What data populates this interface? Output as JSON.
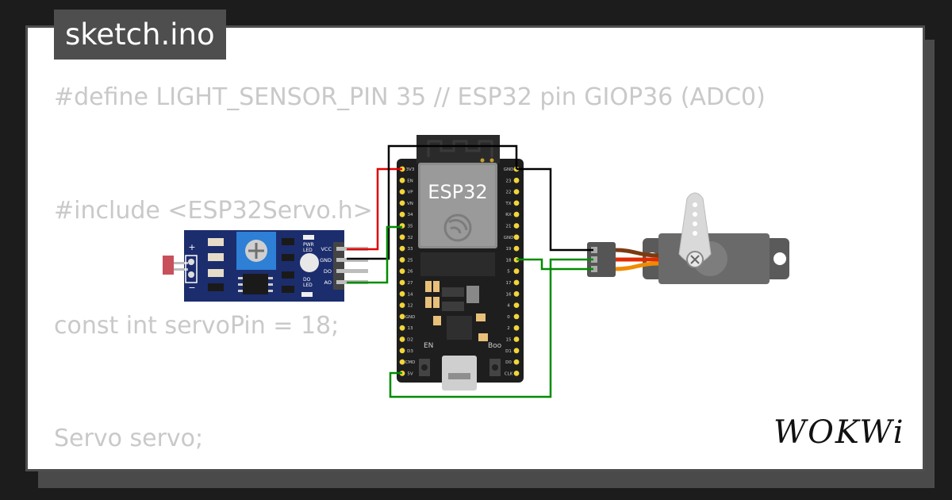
{
  "tab": {
    "title": "sketch.ino"
  },
  "code_lines": [
    "#define LIGHT_SENSOR_PIN 35 // ESP32 pin GIOP36 (ADC0)",
    "#include <ESP32Servo.h>",
    "const int servoPin = 18;",
    "Servo servo;"
  ],
  "board": {
    "label": "ESP32",
    "en_label": "EN",
    "boot_label": "Boo",
    "left_pins": [
      "3V3",
      "EN",
      "VP",
      "VN",
      "34",
      "35",
      "32",
      "33",
      "25",
      "26",
      "27",
      "14",
      "12",
      "GND",
      "13",
      "D2",
      "D3",
      "CMD",
      "5V"
    ],
    "right_pins": [
      "GND",
      "23",
      "22",
      "TX",
      "RX",
      "21",
      "GND",
      "19",
      "18",
      "5",
      "17",
      "16",
      "4",
      "0",
      "2",
      "15",
      "D1",
      "D0",
      "CLK"
    ]
  },
  "sensor": {
    "pins": [
      "VCC",
      "GND",
      "DO",
      "AO"
    ],
    "pwr_led_label": "PWR\nLED",
    "do_led_label": "DO\nLED",
    "plus_label": "+",
    "minus_label": "−"
  },
  "colors": {
    "wire_vcc": "#e00000",
    "wire_gnd": "#000000",
    "wire_signal": "#008c00",
    "board": "#1e1e1e",
    "pin": "#f1d53b",
    "sensor_pcb": "#1c2d6e",
    "servo_body": "#606060",
    "servo_wire_brown": "#7a3b12",
    "servo_wire_red": "#e02a00",
    "servo_wire_orange": "#f08a00"
  },
  "brand": {
    "logo": "WOKWi"
  }
}
